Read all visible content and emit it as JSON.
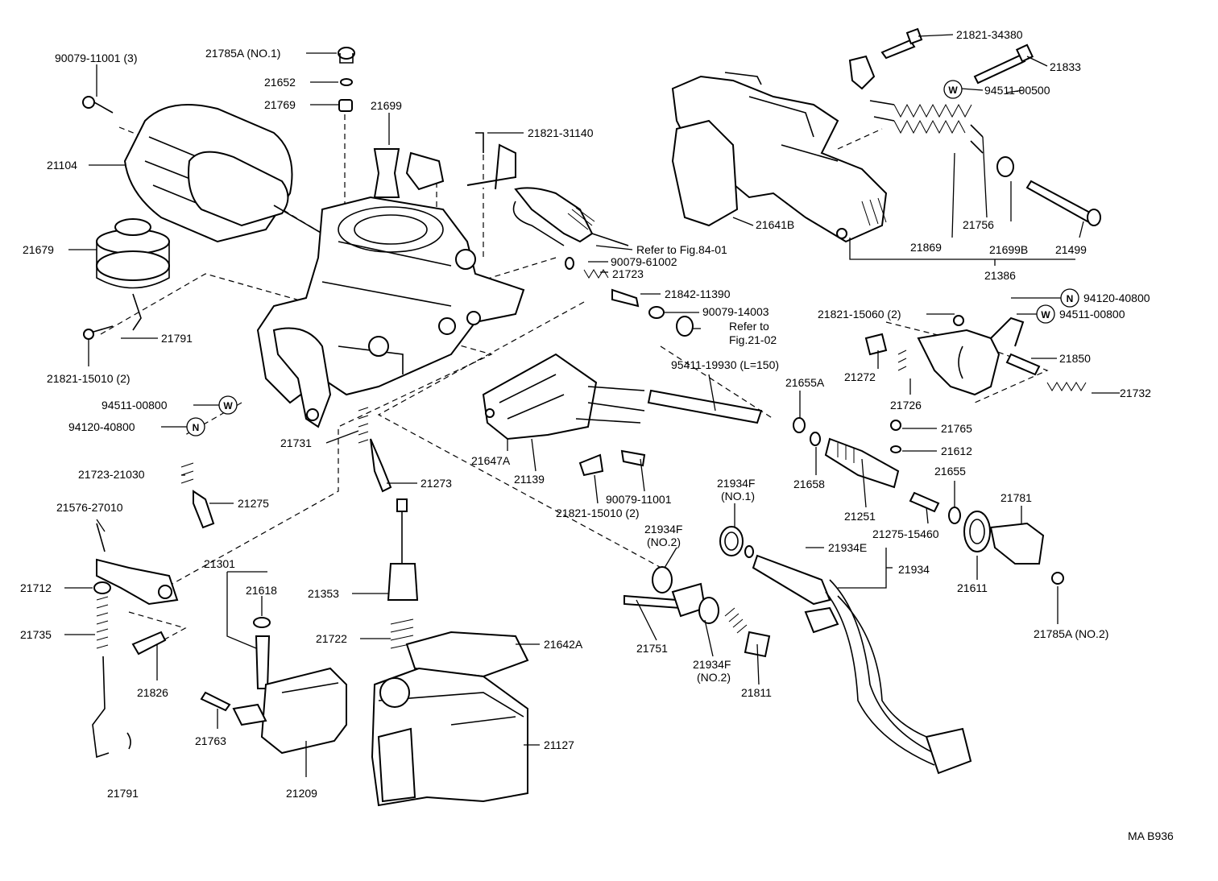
{
  "labels": {
    "p90079_11001_3": "90079-11001 (3)",
    "p21785A_1": "21785A (NO.1)",
    "p21652": "21652",
    "p21769": "21769",
    "p21699": "21699",
    "p21821_31140": "21821-31140",
    "p21104": "21104",
    "p21679": "21679",
    "p21791_a": "21791",
    "p21821_15010_a": "21821-15010 (2)",
    "p94511_00800_a": "94511-00800",
    "p94120_40800_a": "94120-40800",
    "p21731": "21731",
    "p21723_21030": "21723-21030",
    "p21275": "21275",
    "p21273": "21273",
    "p21576_27010": "21576-27010",
    "p21712": "21712",
    "p21735": "21735",
    "p21826": "21826",
    "p21791_b": "21791",
    "p21301": "21301",
    "p21618": "21618",
    "p21763": "21763",
    "p21209": "21209",
    "p21353": "21353",
    "p21722": "21722",
    "p21642A": "21642A",
    "p21127": "21127",
    "p90079_61002": "90079-61002",
    "p21723": "21723",
    "p21842_11390": "21842-11390",
    "p90079_14003": "90079-14003",
    "refer_84_1": "Refer to Fig.84-01",
    "refer_21_a": "Refer to",
    "refer_21_b": "Fig.21-02",
    "p95411_19930": "95411-19930 (L=150)",
    "p21647A": "21647A",
    "p21139": "21139",
    "p90079_11001": "90079-11001",
    "p21821_15010_b": "21821-15010 (2)",
    "p21934F_1a": "21934F",
    "p21934F_1b": "(NO.1)",
    "p21934F_2a": "21934F",
    "p21934F_2b": "(NO.2)",
    "p21751": "21751",
    "p21934F_3a": "21934F",
    "p21934F_3b": "(NO.2)",
    "p21811": "21811",
    "p21934E": "21934E",
    "p21934": "21934",
    "p21655A": "21655A",
    "p21658": "21658",
    "p21251": "21251",
    "p21275_15460": "21275-15460",
    "p21655": "21655",
    "p21611": "21611",
    "p21781": "21781",
    "p21785A_2": "21785A (NO.2)",
    "p21765": "21765",
    "p21612": "21612",
    "p21732": "21732",
    "p21850": "21850",
    "p21726": "21726",
    "p21272": "21272",
    "p21821_15060": "21821-15060 (2)",
    "p94120_40800_b": "94120-40800",
    "p94511_00800_b": "94511-00800",
    "p21821_34380": "21821-34380",
    "p21833": "21833",
    "p94511_00500": "94511-00500",
    "p21641B": "21641B",
    "p21869": "21869",
    "p21756": "21756",
    "p21699B": "21699B",
    "p21499": "21499",
    "p21386": "21386",
    "code": "MA B936"
  },
  "badges": {
    "washer": "W",
    "nut": "N"
  }
}
